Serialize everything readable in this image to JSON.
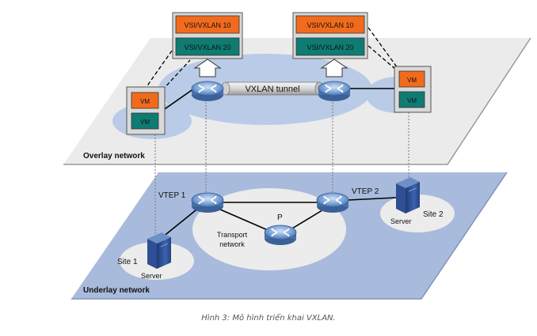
{
  "overlay": {
    "label": "Overlay network",
    "tunnel_label": "VXLAN tunnel",
    "vsi_left": [
      "VSI/VXLAN 10",
      "VSI/VXLAN 20"
    ],
    "vsi_right": [
      "VSI/VXLAN 10",
      "VSI/VXLAN 20"
    ],
    "vm_left": [
      "VM",
      "VM"
    ],
    "vm_right": [
      "VM",
      "VM"
    ]
  },
  "underlay": {
    "label": "Underlay network",
    "vtep1": "VTEP 1",
    "vtep2": "VTEP 2",
    "p_label": "P",
    "transport_label_line1": "Transport",
    "transport_label_line2": "network",
    "site1": "Site 1",
    "site2": "Site 2",
    "server_left": "Server",
    "server_right": "Server"
  },
  "caption": "Hình 3: Mô hình triển khai VXLAN.",
  "colors": {
    "overlay_plane": "#ebebeb",
    "underlay_plane": "#a9bbdc",
    "ellipse_overlay": "#b9cbe6",
    "ellipse_underlay": "#ececec",
    "vsi10": "#f26b1d",
    "vsi20": "#0f7c74",
    "router": "#4d7dbf",
    "server": "#2b4e95"
  }
}
